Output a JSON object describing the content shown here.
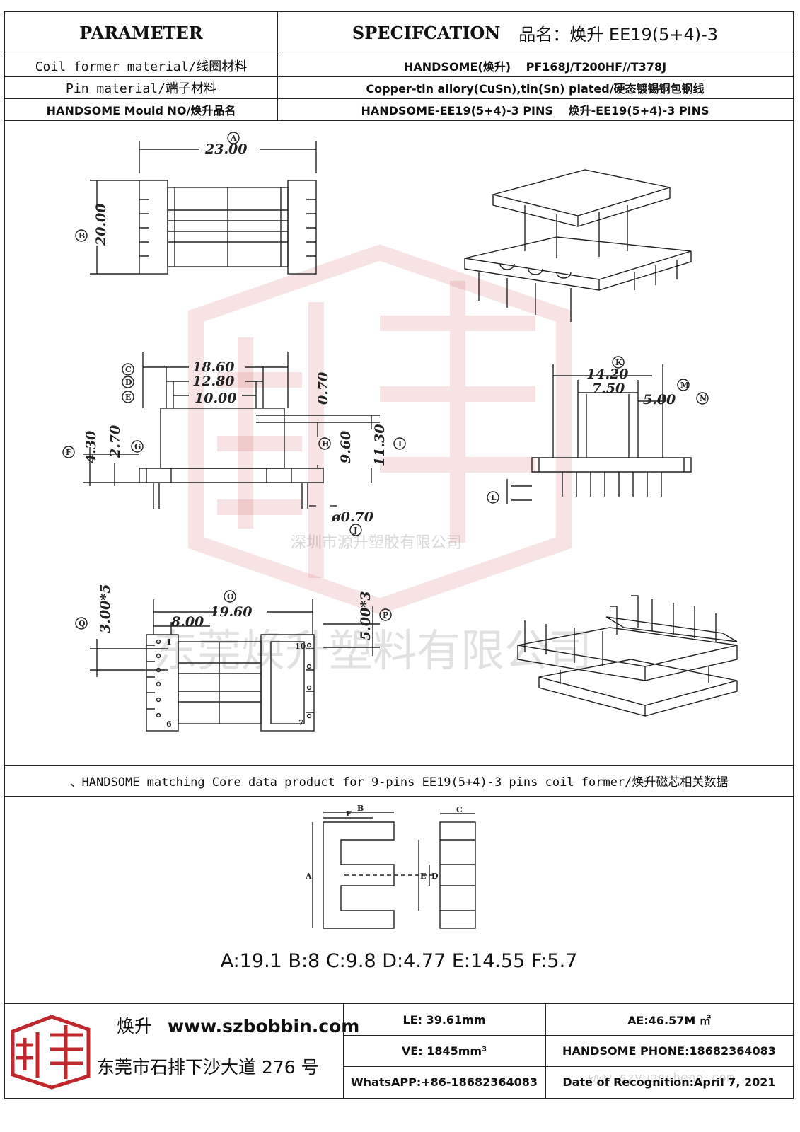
{
  "header": {
    "parameter": "PARAMETER",
    "specification": "SPECIFCATION",
    "product_name": "品名：焕升 EE19(5+4)-3"
  },
  "rows": [
    {
      "label": "Coil former material/线圈材料",
      "value": "HANDSOME(焕升)　 PF168J/T200HF//T378J"
    },
    {
      "label": "Pin material/端子材料",
      "value": "Copper-tin allory(CuSn),tin(Sn) plated/硬态镀锡铜包钢线"
    },
    {
      "label": "HANDSOME Mould NO/焕升品名",
      "value": "HANDSOME-EE19(5+4)-3 PINS　 焕升-EE19(5+4)-3 PINS"
    }
  ],
  "dimensions": {
    "A": "23.00",
    "B": "20.00",
    "C": "18.60",
    "D": "12.80",
    "E": "10.00",
    "F": "4.30",
    "G": "2.70",
    "H": "9.60",
    "I": "11.30",
    "J": "ø0.70",
    "K": "14.20",
    "L_top": "7.50",
    "M": "5.00",
    "O": "19.60",
    "O2": "8.00",
    "P": "5.00*3",
    "Q": "3.00*5",
    "gap": "0.70",
    "pin1": "1",
    "pin6": "6",
    "pin10": "10",
    "pin7": "7"
  },
  "circle_labels": [
    "A",
    "B",
    "C",
    "D",
    "E",
    "F",
    "G",
    "H",
    "I",
    "J",
    "K",
    "L",
    "M",
    "N",
    "O",
    "P",
    "Q"
  ],
  "watermarks": {
    "company_cn": "深圳市源升塑胶有限公司",
    "company_big": "东莞焕升塑料有限公司",
    "site": "www.szyuansheng.com"
  },
  "core": {
    "title": "、HANDSOME matching Core data  product for 9-pins EE19(5+4)-3 pins coil former/焕升磁芯相关数据",
    "labels": [
      "A",
      "B",
      "C",
      "D",
      "E",
      "F"
    ],
    "values": "A:19.1 B:8 C:9.8 D:4.77 E:14.55 F:5.7"
  },
  "footer": {
    "brand": "焕升",
    "website": "www.szbobbin.com",
    "address": "东莞市石排下沙大道 276 号",
    "le": "LE: 39.61mm",
    "ae": "AE:46.57M ㎡",
    "ve": "VE: 1845mm³",
    "phone": "HANDSOME PHONE:18682364083",
    "whatsapp": "WhatsAPP:+86-18682364083",
    "date": "Date of Recognition:April 7, 2021"
  },
  "colors": {
    "logo_red": "#c0282d",
    "line": "#222222"
  }
}
